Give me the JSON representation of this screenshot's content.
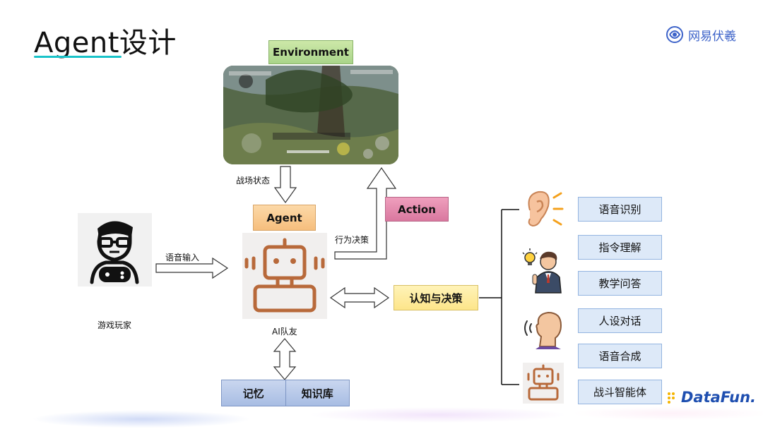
{
  "title": "Agent设计",
  "brand": {
    "top_right": "网易伏羲",
    "bottom_right": "DataFun."
  },
  "environment": {
    "label": "Environment"
  },
  "agent": {
    "label": "Agent",
    "caption": "AI队友"
  },
  "action": {
    "label": "Action"
  },
  "player": {
    "caption": "游戏玩家"
  },
  "edges": {
    "battlefield_state": "战场状态",
    "behavior_decision": "行为决策",
    "voice_input": "语音输入"
  },
  "cognition": {
    "label": "认知与决策"
  },
  "memory": {
    "left": "记忆",
    "right": "知识库"
  },
  "capabilities": [
    "语音识别",
    "指令理解",
    "教学问答",
    "人设对话",
    "语音合成",
    "战斗智能体"
  ],
  "colors": {
    "accent_underline": "#19c3c9",
    "environment": "#b5db93",
    "agent": "#f8c98c",
    "action": "#e28aae",
    "cognition": "#fde99a",
    "memory": "#b7c8ea",
    "capability_box": "#dde9f8",
    "robot": "#b8693a"
  },
  "icons": [
    "ear-icon",
    "lightbulb-person-icon",
    "speaking-head-icon",
    "robot-icon",
    "gamer-icon"
  ]
}
